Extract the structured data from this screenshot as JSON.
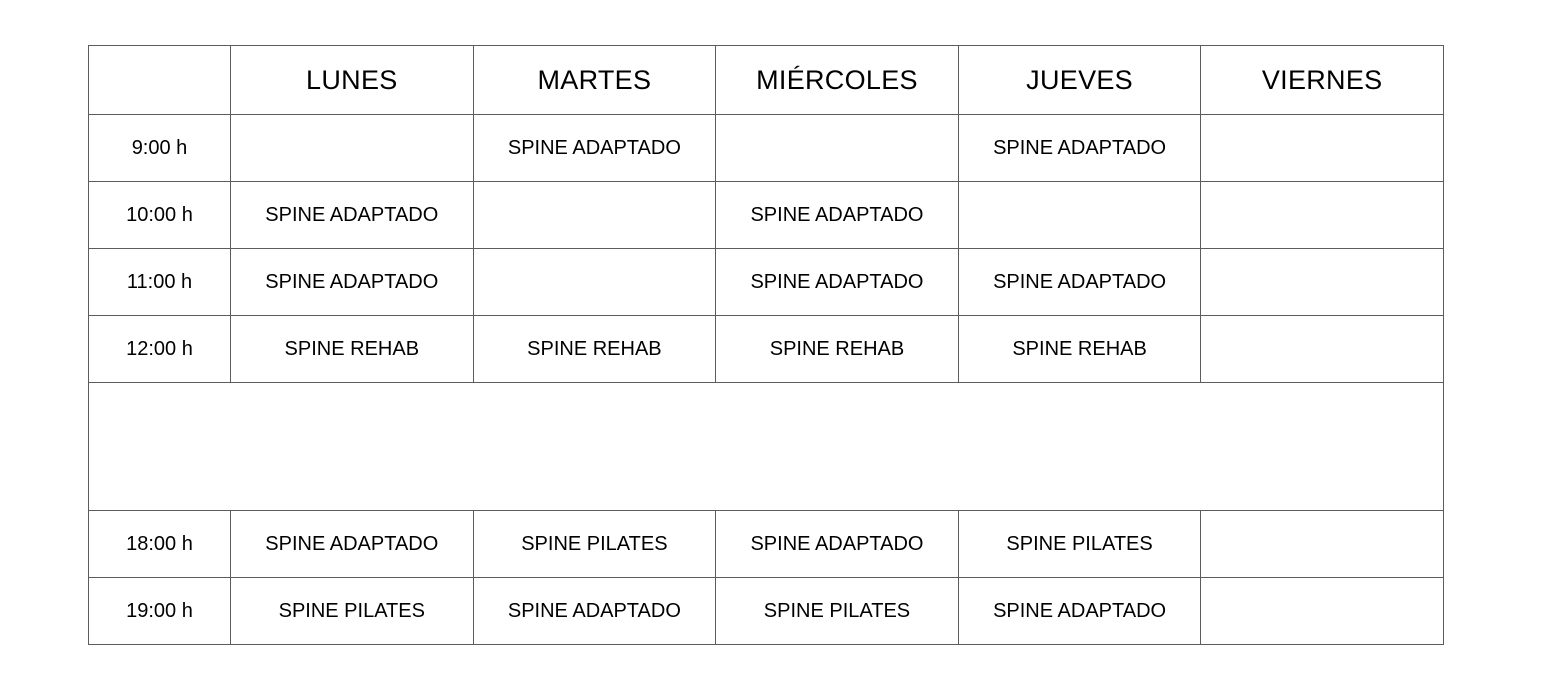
{
  "table": {
    "corner_header": "",
    "day_headers": [
      "LUNES",
      "MARTES",
      "MIÉRCOLES",
      "JUEVES",
      "VIERNES"
    ],
    "activity_labels": {
      "adaptado": "SPINE ADAPTADO",
      "rehab": "SPINE REHAB",
      "pilates": "SPINE PILATES",
      "empty": ""
    },
    "colors": {
      "header_blue": "#6f9bb4",
      "header_text": "#ffffff",
      "adaptado_gray": "#c4c4c4",
      "rehab_light_blue": "#cbdde5",
      "pilates_blue": "#a9c6d4",
      "empty_white": "#ffffff",
      "border_gray": "#5c5c5c",
      "text_black": "#000000"
    },
    "rows": [
      {
        "time": "9:00 h",
        "cells": [
          {
            "type": "empty",
            "label": ""
          },
          {
            "type": "adaptado",
            "label": "SPINE ADAPTADO"
          },
          {
            "type": "empty",
            "label": ""
          },
          {
            "type": "adaptado",
            "label": "SPINE ADAPTADO"
          },
          {
            "type": "empty",
            "label": ""
          }
        ]
      },
      {
        "time": "10:00 h",
        "cells": [
          {
            "type": "adaptado",
            "label": "SPINE ADAPTADO"
          },
          {
            "type": "empty",
            "label": ""
          },
          {
            "type": "adaptado",
            "label": "SPINE ADAPTADO"
          },
          {
            "type": "empty",
            "label": ""
          },
          {
            "type": "empty",
            "label": ""
          }
        ]
      },
      {
        "time": "11:00 h",
        "cells": [
          {
            "type": "adaptado",
            "label": "SPINE ADAPTADO"
          },
          {
            "type": "empty",
            "label": ""
          },
          {
            "type": "adaptado",
            "label": "SPINE ADAPTADO"
          },
          {
            "type": "adaptado",
            "label": "SPINE ADAPTADO"
          },
          {
            "type": "empty",
            "label": ""
          }
        ]
      },
      {
        "time": "12:00 h",
        "cells": [
          {
            "type": "rehab",
            "label": "SPINE REHAB"
          },
          {
            "type": "rehab",
            "label": "SPINE REHAB"
          },
          {
            "type": "rehab",
            "label": "SPINE REHAB"
          },
          {
            "type": "rehab",
            "label": "SPINE REHAB"
          },
          {
            "type": "empty",
            "label": ""
          }
        ]
      },
      {
        "time": "18:00 h",
        "cells": [
          {
            "type": "adaptado",
            "label": "SPINE ADAPTADO"
          },
          {
            "type": "pilates",
            "label": "SPINE PILATES"
          },
          {
            "type": "adaptado",
            "label": "SPINE ADAPTADO"
          },
          {
            "type": "pilates",
            "label": "SPINE PILATES"
          },
          {
            "type": "empty",
            "label": ""
          }
        ]
      },
      {
        "time": "19:00 h",
        "cells": [
          {
            "type": "pilates",
            "label": "SPINE PILATES"
          },
          {
            "type": "adaptado",
            "label": "SPINE ADAPTADO"
          },
          {
            "type": "pilates",
            "label": "SPINE PILATES"
          },
          {
            "type": "adaptado",
            "label": "SPINE ADAPTADO"
          },
          {
            "type": "empty",
            "label": ""
          }
        ]
      }
    ],
    "gap_row_after_index": 3,
    "gap_row_label": ""
  }
}
